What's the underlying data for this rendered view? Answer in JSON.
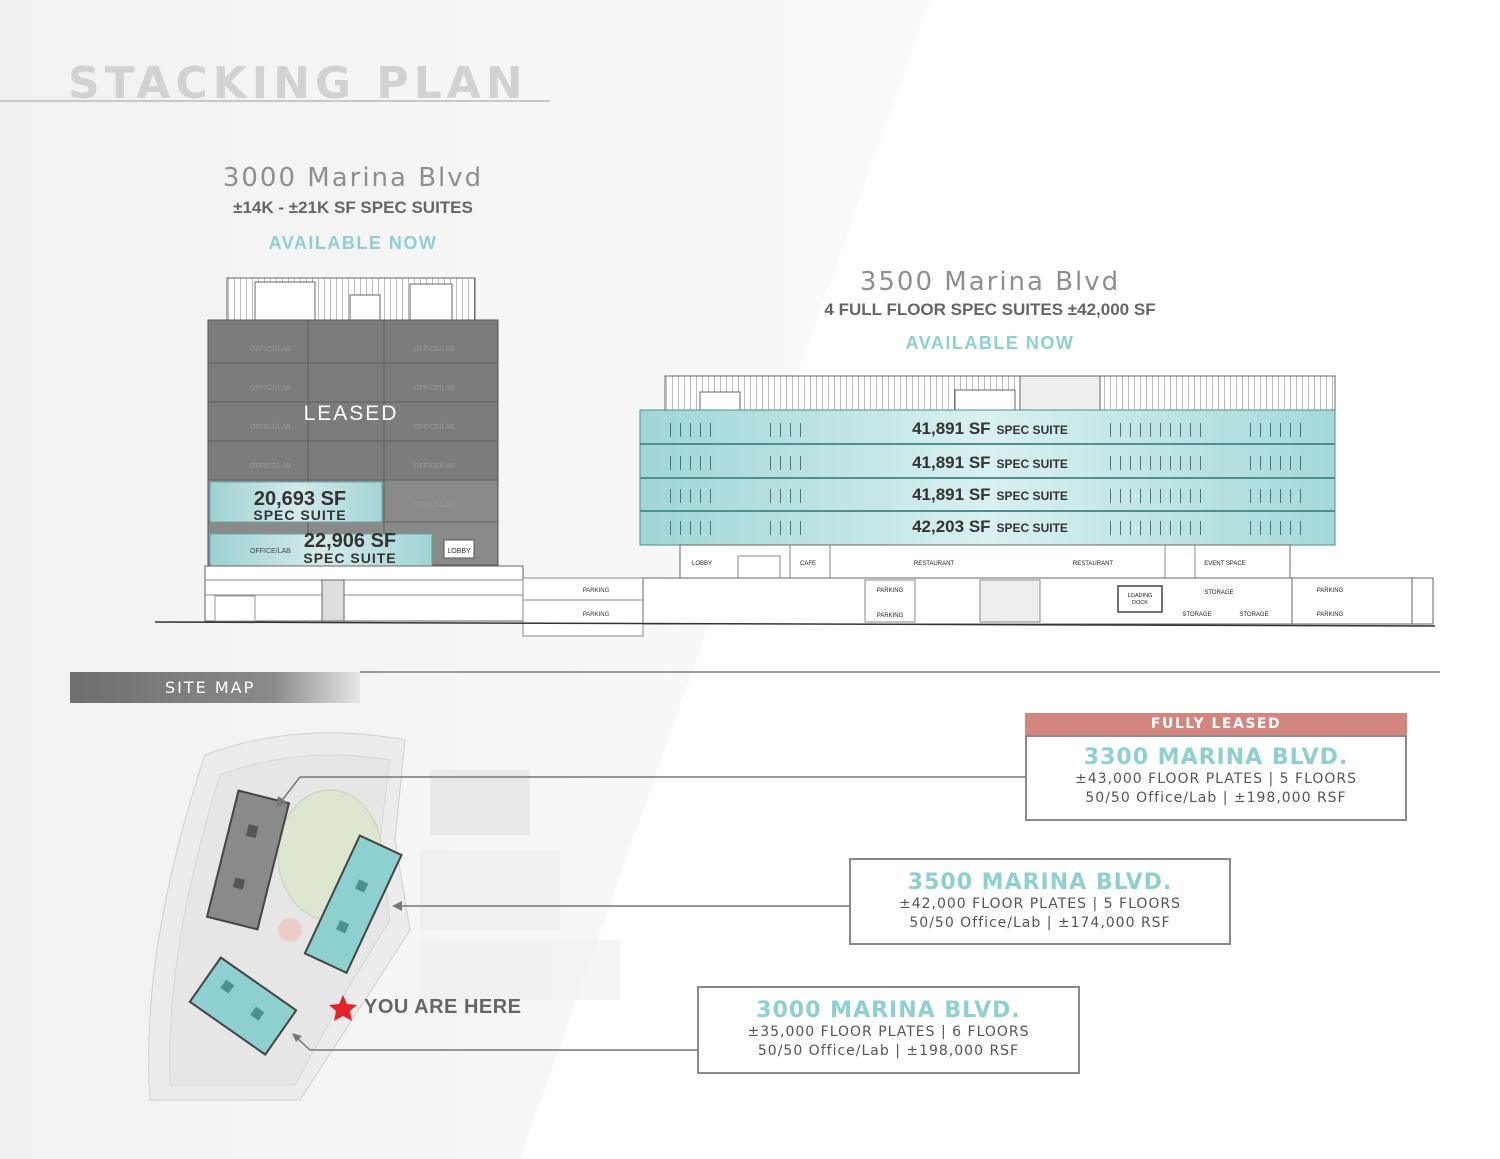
{
  "page": {
    "title": "STACKING PLAN",
    "site_map_label": "SITE MAP",
    "you_are_here": "YOU ARE HERE"
  },
  "colors": {
    "accent_teal": "#8ecfcf",
    "leased_red": "#d4857d",
    "leased_gray": "#7c7c7c",
    "text_gray": "#666666"
  },
  "buildings": {
    "b3000": {
      "name": "3000 Marina Blvd",
      "subtitle": "±14K - ±21K SF SPEC SUITES",
      "status": "AVAILABLE NOW",
      "leased_label": "LEASED",
      "suite1_sf": "20,693 SF",
      "suite1_label": "SPEC SUITE",
      "suite2_sf": "22,906 SF",
      "suite2_label": "SPEC SUITE",
      "floor_label": "OFFICE/LAB",
      "lobby_label": "LOBBY"
    },
    "b3500": {
      "name": "3500 Marina Blvd",
      "subtitle": "4 FULL FLOOR SPEC SUITES ±42,000 SF",
      "status": "AVAILABLE NOW",
      "suites": [
        {
          "sf": "41,891 SF",
          "label": "SPEC SUITE"
        },
        {
          "sf": "41,891 SF",
          "label": "SPEC SUITE"
        },
        {
          "sf": "41,891 SF",
          "label": "SPEC SUITE"
        },
        {
          "sf": "42,203 SF",
          "label": "SPEC SUITE"
        }
      ],
      "ground_labels": {
        "lobby": "LOBBY",
        "cafe": "CAFE",
        "restaurant1": "RESTAURANT",
        "restaurant2": "RESTAURANT",
        "event_space": "EVENT SPACE",
        "storage1": "STORAGE",
        "storage2": "STORAGE",
        "storage3": "STORAGE",
        "loading_dock_1": "LOADING",
        "loading_dock_2": "DOCK",
        "parking": "PARKING"
      }
    }
  },
  "site_boxes": [
    {
      "header": "FULLY LEASED",
      "name": "3300 MARINA BLVD.",
      "line1": "±43,000  FLOOR PLATES  |  5 FLOORS",
      "line2": "50/50 Office/Lab  | ±198,000 RSF"
    },
    {
      "name": "3500 MARINA BLVD.",
      "line1": "±42,000 FLOOR PLATES  |  5 FLOORS",
      "line2": "50/50 Office/Lab  | ±174,000 RSF"
    },
    {
      "name": "3000 MARINA BLVD.",
      "line1": "±35,000 FLOOR PLATES  |  6 FLOORS",
      "line2": "50/50 Office/Lab  | ±198,000 RSF"
    }
  ]
}
